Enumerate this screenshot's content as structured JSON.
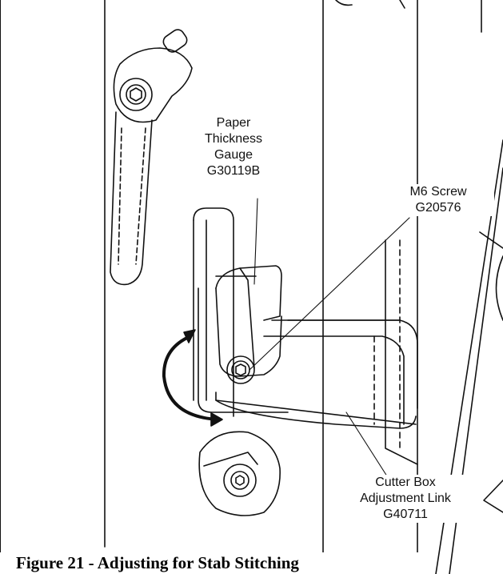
{
  "callouts": {
    "paper_gauge": [
      "Paper",
      "Thickness",
      "Gauge",
      "G30119B"
    ],
    "screw": [
      "M6 Screw",
      "G20576"
    ],
    "adjustment_link": [
      "Cutter Box",
      "Adjustment Link",
      "G40711"
    ]
  },
  "caption": "Figure 21 - Adjusting for Stab Stitching",
  "colors": {
    "line": "#111111",
    "background": "#ffffff"
  }
}
